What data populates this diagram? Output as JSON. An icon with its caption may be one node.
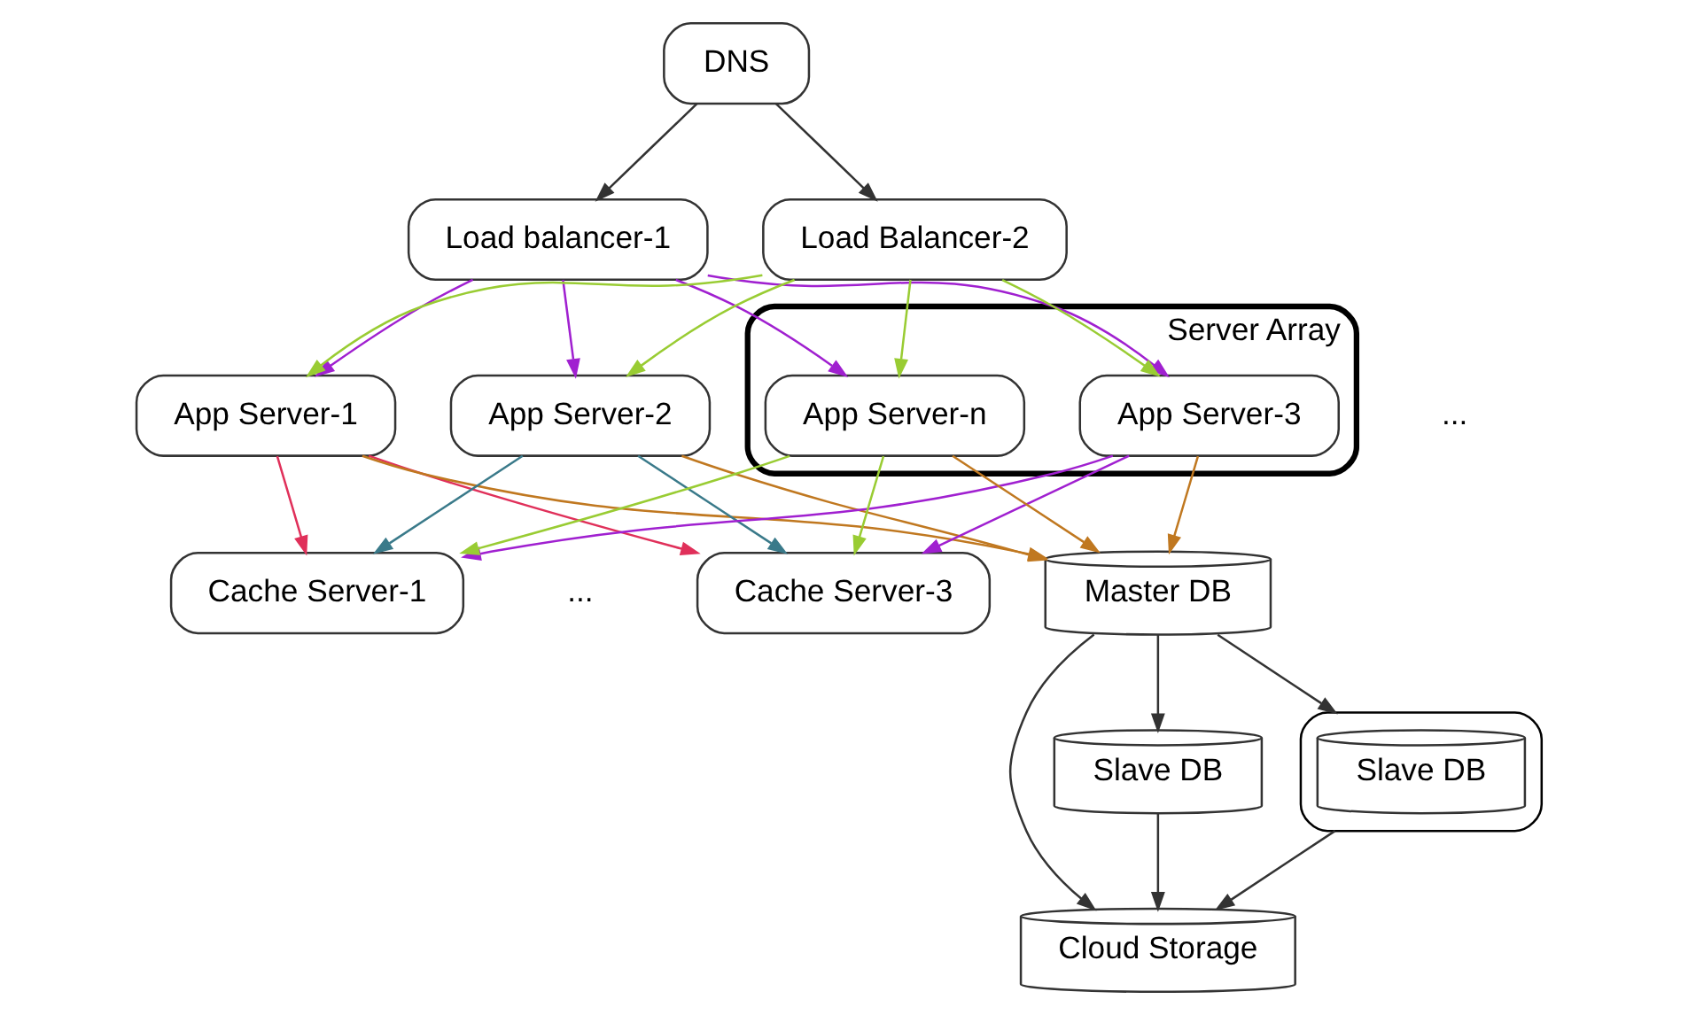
{
  "diagram": {
    "nodes": [
      {
        "text": [
          "DNS"
        ]
      },
      {
        "text": [
          "Load balancer-1"
        ]
      },
      {
        "text": [
          "Load Balancer-2"
        ]
      },
      {
        "text": [
          "Server Array"
        ]
      },
      {
        "text": [
          "App Server-1"
        ]
      },
      {
        "text": [
          "App Server-2"
        ]
      },
      {
        "text": [
          "App Server-3"
        ],
        "in": 3
      },
      {
        "text": [
          "App Server-n"
        ],
        "in": 3
      },
      {
        "text": [
          "Cache Server-1"
        ]
      },
      {
        "text": [
          "Cache Server-3"
        ]
      },
      {
        "text": [
          "Master DB"
        ]
      },
      {
        "text": [
          "Slave DB"
        ]
      },
      {
        "text": [],
        "shape": "box"
      },
      {
        "text": [
          "Slave DB"
        ],
        "in": 12
      },
      {
        "text": [
          "Cloud Storage"
        ]
      }
    ],
    "edges": [
      {
        "from": 0,
        "to": 1,
        "arrow": "to"
      },
      {
        "from": 0,
        "to": 2,
        "arrow": "to"
      },
      {
        "from": 1,
        "to": 4,
        "arrow": "to",
        "color": "#a020d0"
      },
      {
        "from": 1,
        "to": 5,
        "arrow": "to",
        "color": "#a020d0"
      },
      {
        "from": 1,
        "to": 6,
        "arrow": "to",
        "color": "#a020d0"
      },
      {
        "from": 1,
        "to": 7,
        "arrow": "to",
        "color": "#a020d0"
      },
      {
        "from": 2,
        "to": 4,
        "arrow": "to",
        "color": "#99cc33"
      },
      {
        "from": 2,
        "to": 5,
        "arrow": "to",
        "color": "#99cc33"
      },
      {
        "from": 2,
        "to": 6,
        "arrow": "to",
        "color": "#99cc33"
      },
      {
        "from": 2,
        "to": 7,
        "arrow": "to",
        "color": "#99cc33"
      },
      {
        "from": 4,
        "to": 8,
        "arrow": "to",
        "color": "#e0305a"
      },
      {
        "from": 4,
        "to": 9,
        "arrow": "to",
        "color": "#e0305a"
      },
      {
        "from": 4,
        "to": 10,
        "arrow": "to",
        "color": "#c07820"
      },
      {
        "from": 5,
        "to": 8,
        "arrow": "to",
        "color": "#3a7a8a"
      },
      {
        "from": 5,
        "to": 9,
        "arrow": "to",
        "color": "#3a7a8a"
      },
      {
        "from": 5,
        "to": 10,
        "arrow": "to",
        "color": "#c07820"
      },
      {
        "from": 6,
        "to": 8,
        "arrow": "to",
        "color": "#a020d0"
      },
      {
        "from": 6,
        "to": 9,
        "arrow": "to",
        "color": "#a020d0"
      },
      {
        "from": 6,
        "to": 10,
        "arrow": "to",
        "color": "#c07820"
      },
      {
        "from": 7,
        "to": 8,
        "arrow": "to",
        "color": "#99cc33"
      },
      {
        "from": 7,
        "to": 9,
        "arrow": "to",
        "color": "#99cc33"
      },
      {
        "from": 7,
        "to": 10,
        "arrow": "to",
        "color": "#c07820"
      },
      {
        "from": 10,
        "to": 11,
        "arrow": "to"
      },
      {
        "from": 10,
        "to": 12,
        "arrow": "to"
      },
      {
        "from": 10,
        "to": 14,
        "arrow": "to"
      },
      {
        "from": 11,
        "to": 14,
        "arrow": "to"
      },
      {
        "from": 12,
        "to": 14,
        "arrow": "to"
      }
    ],
    "labels": [
      "...",
      "..."
    ]
  }
}
